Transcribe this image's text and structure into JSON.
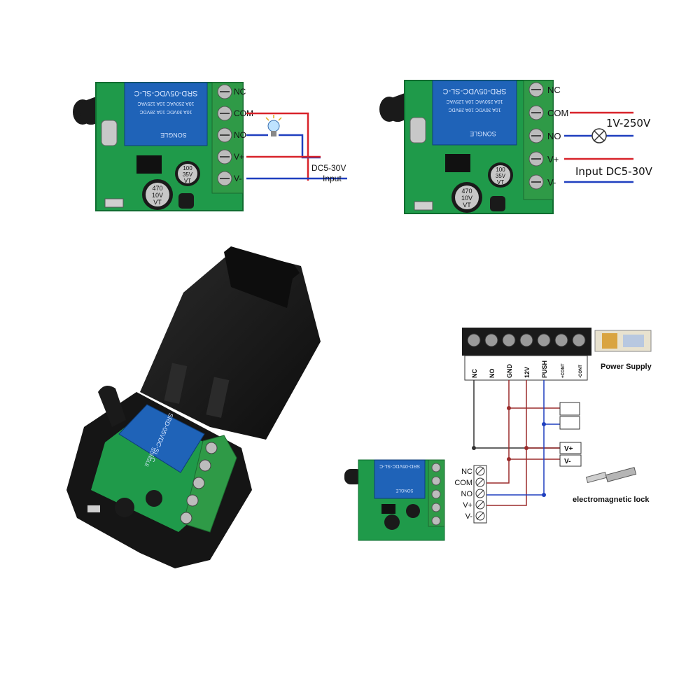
{
  "diagram1": {
    "terminals": [
      "NC",
      "COM",
      "NO",
      "V+",
      "V-"
    ],
    "supply_label": "DC5-30V",
    "input_label": "Input"
  },
  "diagram2": {
    "terminals": [
      "NC",
      "COM",
      "NO",
      "V+",
      "V-"
    ],
    "load_label": "1V-250V",
    "input_label": "Input DC5-30V"
  },
  "relay": {
    "model": "SRD-05VDC-SL-C",
    "rating1": "10A 250VAC  10A 125VAC",
    "rating2": "10A 30VDC  10A 28VDC",
    "brand": "SONGLE"
  },
  "capacitors": {
    "large": [
      "470",
      "10V",
      "VT"
    ],
    "small": [
      "100",
      "35V",
      "VT"
    ]
  },
  "access_diagram": {
    "controller_terminals": [
      "NC",
      "NO",
      "GND",
      "12V",
      "PUSH",
      "+CONT",
      "-CONT"
    ],
    "power_supply_label": "Power Supply",
    "supply_terminals": [
      "V+",
      "V-"
    ],
    "module_terminals": [
      "NC",
      "COM",
      "NO",
      "V+",
      "V-"
    ],
    "lock_label": "electromagnetic lock"
  },
  "colors": {
    "pcb": "#1f9a4a",
    "relay": "#1f63b8",
    "terminal": "#2f9a47",
    "red_wire": "#d8232a",
    "blue_wire": "#1f3fbf",
    "case": "#141414"
  }
}
